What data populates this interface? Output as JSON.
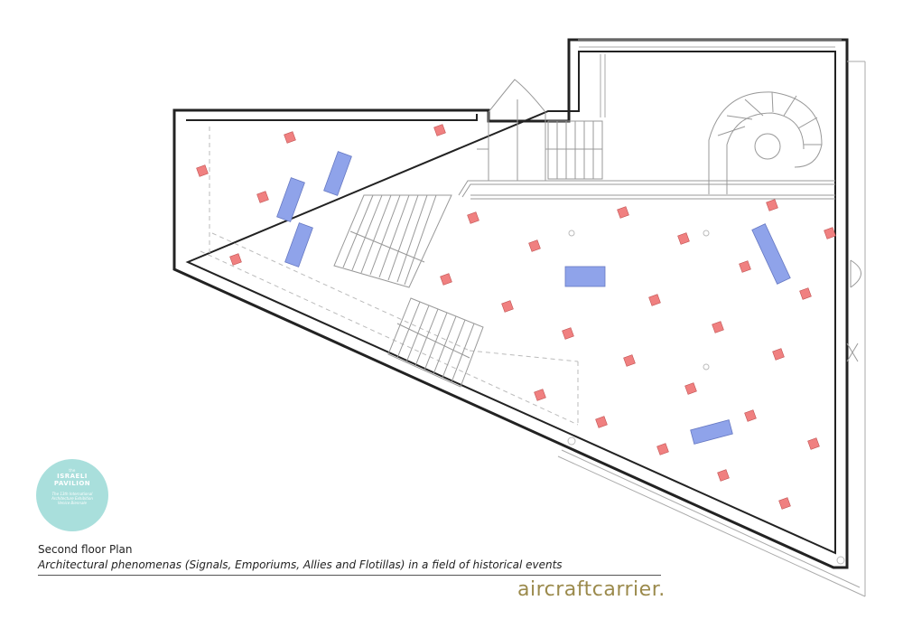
{
  "caption": {
    "title": "Second floor Plan",
    "subtitle": "Architectural phenomenas (Signals, Emporiums, Allies and Flotillas) in a field of historical events"
  },
  "brand": "aircraftcarrier.",
  "badge": {
    "small": "the",
    "title_line1": "ISRAELI",
    "title_line2": "PAVILION",
    "sub": "The 13th International Architecture Exhibition Venice Biennale"
  },
  "colors": {
    "signal": "#f08080",
    "emporium": "#8fa3ea",
    "wall": "#222222",
    "badge": "#a9dfdc",
    "brand": "#9b8a4c"
  }
}
